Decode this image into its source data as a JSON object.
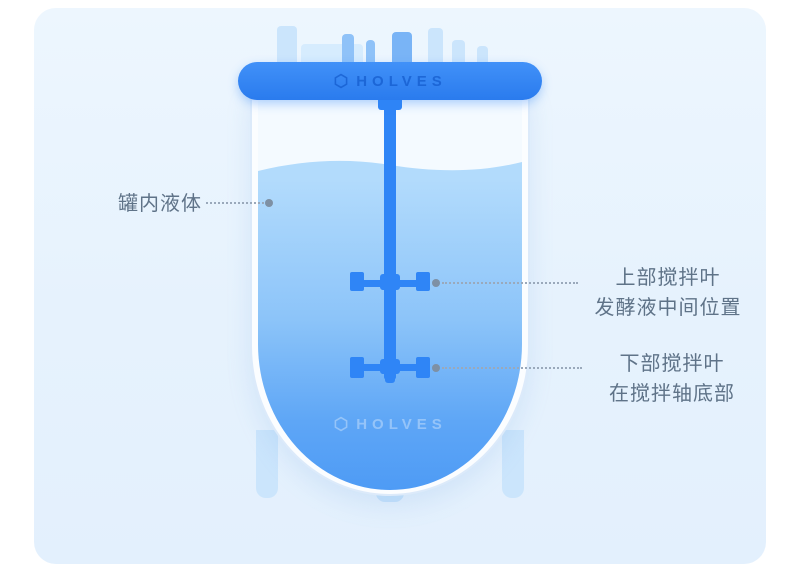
{
  "brand": {
    "lid_text": "HOLVES",
    "watermark_text": "HOLVES"
  },
  "labels": {
    "liquid": {
      "text": "罐内液体"
    },
    "upper_impeller": {
      "line1": "上部搅拌叶",
      "line2": "发酵液中间位置"
    },
    "lower_impeller": {
      "line1": "下部搅拌叶",
      "line2": "在搅拌轴底部"
    }
  },
  "colors": {
    "panel_bg": "#E8F3FD",
    "lid_blue": "#2F85F6",
    "agitator_blue": "#2F85F6",
    "liquid_top": "#B2DBFC",
    "liquid_bottom": "#4E9BF5",
    "pipe_light": "#CBE5FC",
    "pipe_medium": "#8FC2F8",
    "label_text": "#5F7388",
    "leader_line": "#9AA9BB"
  }
}
